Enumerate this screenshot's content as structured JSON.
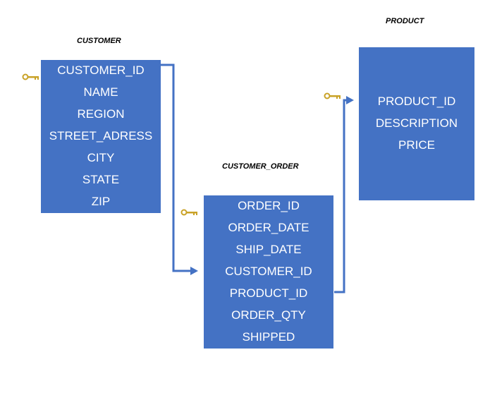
{
  "customer": {
    "title": "CUSTOMER",
    "fields": [
      "CUSTOMER_ID",
      "NAME",
      "REGION",
      "STREET_ADRESS",
      "CITY",
      "STATE",
      "ZIP"
    ],
    "key_icon": "key-icon"
  },
  "customer_order": {
    "title": "CUSTOMER_ORDER",
    "fields": [
      "ORDER_ID",
      "ORDER_DATE",
      "SHIP_DATE",
      "CUSTOMER_ID",
      "PRODUCT_ID",
      "ORDER_QTY",
      "SHIPPED"
    ],
    "key_icon": "key-icon"
  },
  "product": {
    "title": "PRODUCT",
    "fields": [
      "PRODUCT_ID",
      "DESCRIPTION",
      "PRICE"
    ],
    "key_icon": "key-icon"
  },
  "colors": {
    "entity_fill": "#4472c4",
    "connector": "#4472c4",
    "key": "#c9a227",
    "field_text": "#ffffff",
    "title_text": "#000000"
  }
}
